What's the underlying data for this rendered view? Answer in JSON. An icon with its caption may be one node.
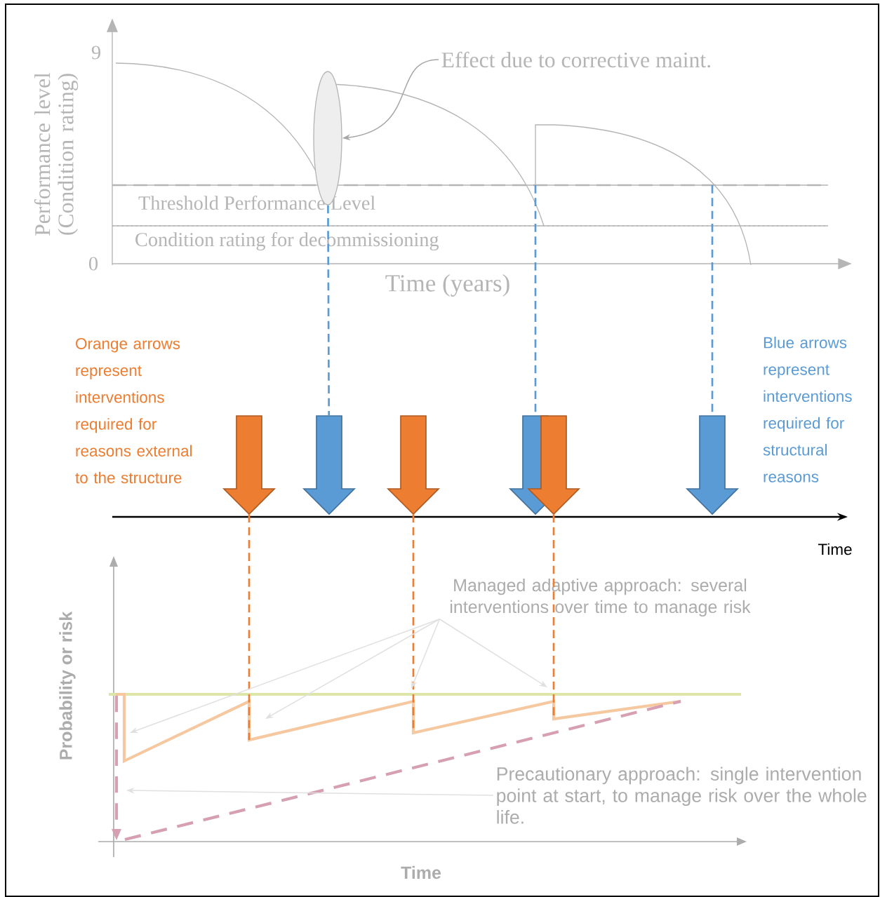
{
  "diagram": {
    "nodes": [
      {
        "text": [
          "Effect due to corrective maint."
        ]
      },
      {
        "text": [],
        "shape": "ellipse"
      },
      {
        "text": [],
        "shape": "arrow"
      },
      {
        "text": [],
        "shape": "arrow"
      },
      {
        "text": [],
        "shape": "arrow"
      },
      {
        "text": [],
        "shape": "arrow"
      },
      {
        "text": [],
        "shape": "arrow"
      },
      {
        "text": [],
        "shape": "arrow"
      },
      {
        "text": [
          "Managed adaptive approach: several interventions over time to manage risk"
        ]
      },
      {
        "text": [
          "Precautionary approach: single intervention point at start, to manage risk over the whole life."
        ]
      }
    ],
    "edges": [
      {
        "from": 0,
        "to": 1,
        "arrow": "to",
        "color": "#a6a6a6"
      },
      {
        "from": 1,
        "to": 3,
        "arrow": "none",
        "style": "dashed",
        "color": "#5b9bd5"
      },
      {
        "from": null,
        "to": 5,
        "arrow": "none",
        "style": "dashed",
        "color": "#5b9bd5"
      },
      {
        "from": null,
        "to": 7,
        "arrow": "none",
        "style": "dashed",
        "color": "#5b9bd5"
      },
      {
        "from": 2,
        "to": null,
        "arrow": "none",
        "style": "dashed",
        "color": "#ed7d31"
      },
      {
        "from": 4,
        "to": null,
        "arrow": "none",
        "style": "dashed",
        "color": "#ed7d31"
      },
      {
        "from": 6,
        "to": null,
        "arrow": "none",
        "style": "dashed",
        "color": "#ed7d31"
      },
      {
        "from": 8,
        "to": null,
        "arrow": "to",
        "color": "#e0e0e0"
      },
      {
        "from": 8,
        "to": null,
        "arrow": "to",
        "color": "#e0e0e0"
      },
      {
        "from": 8,
        "to": null,
        "arrow": "to",
        "color": "#e0e0e0"
      },
      {
        "from": 8,
        "to": null,
        "arrow": "to",
        "color": "#e0e0e0"
      },
      {
        "from": 9,
        "to": null,
        "arrow": "to",
        "color": "#e0e0e0"
      }
    ],
    "labels": [
      "9",
      "Performance level (Condition rating)",
      "Threshold Performance Level",
      "Condition rating for decommissioning",
      "0",
      "Time (years)",
      "Orange arrows represent interventions required for reasons external to the structure",
      "Blue arrows represent interventions required for structural reasons",
      "Time",
      "Probability or risk",
      "Time"
    ]
  }
}
